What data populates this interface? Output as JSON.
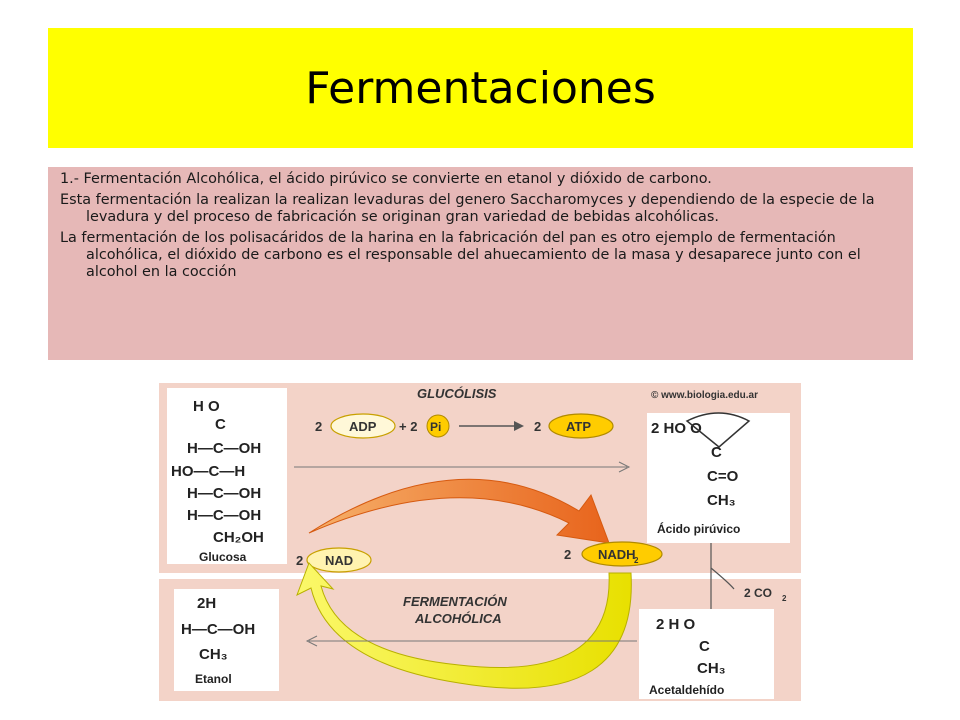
{
  "slide": {
    "title": "Fermentaciones",
    "paragraphs": [
      "1.- Fermentación Alcohólica, el ácido pirúvico  se convierte en etanol  y dióxido de carbono.",
      "Esta fermentación la realizan la realizan levaduras del genero Saccharomyces y dependiendo de la especie de la levadura y del proceso de fabricación se originan gran variedad de bebidas alcohólicas.",
      "La fermentación de los polisacáridos de la harina en la fabricación del pan es otro ejemplo de fermentación alcohólica, el dióxido de carbono es el responsable del ahuecamiento de la masa y desaparece junto con el alcohol en la cocción"
    ]
  },
  "diagram": {
    "glucolisis_label": "GLUCÓLISIS",
    "credit": "© www.biologia.edu.ar",
    "fermentacion_label_1": "FERMENTACIÓN",
    "fermentacion_label_2": "ALCOHÓLICA",
    "adp": "ADP",
    "pi": "Pi",
    "atp": "ATP",
    "nad": "NAD",
    "nadh": "NADH",
    "coef_2": "2",
    "plus": "+ 2",
    "co2": "2 CO",
    "glucosa": {
      "rows": [
        "H   O",
        "C",
        "H—C—OH",
        "HO—C—H",
        "H—C—OH",
        "H—C—OH",
        "CH₂OH"
      ],
      "name": "Glucosa"
    },
    "piruvico": {
      "rows": [
        "2 HO      O",
        "C",
        "C=O",
        "CH₃"
      ],
      "name": "Ácido pirúvico"
    },
    "etanol": {
      "rows": [
        "2H",
        "H—C—OH",
        "CH₃"
      ],
      "name": "Etanol"
    },
    "acetaldehido": {
      "rows": [
        "2 H      O",
        "C",
        "CH₃"
      ],
      "name": "Acetaldehído"
    },
    "colors": {
      "title_bg": "#ffff00",
      "text_bg": "#e6b8b7",
      "top_panel": "#f3d3c8",
      "arrow_orange": "#f07a2c",
      "arrow_yellow": "#f7f21a",
      "atp_fill": "#ffcc00"
    }
  }
}
